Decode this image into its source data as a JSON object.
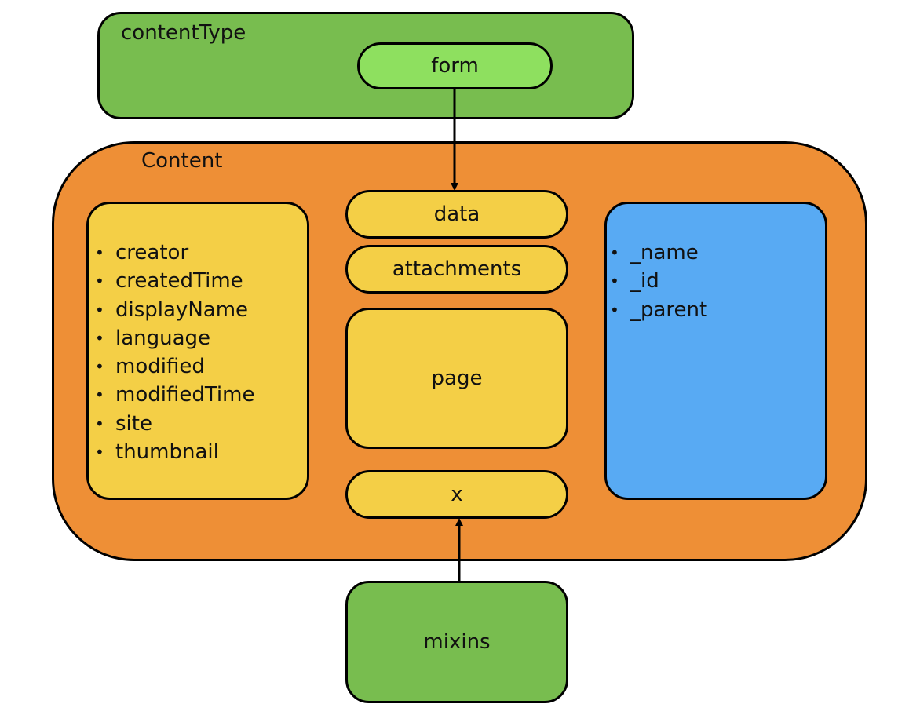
{
  "diagram": {
    "content_type": {
      "title": "contentType",
      "form_label": "form"
    },
    "content": {
      "title": "Content",
      "attributes": [
        "creator",
        "createdTime",
        "displayName",
        "language",
        "modified",
        "modifiedTime",
        "site",
        "thumbnail"
      ],
      "data_label": "data",
      "attachments_label": "attachments",
      "page_label": "page",
      "x_label": "x",
      "system_properties": [
        "_name",
        "_id",
        "_parent"
      ]
    },
    "mixins_label": "mixins",
    "colors": {
      "content_type_fill": "#78bd4f",
      "form_fill": "#8ee05f",
      "content_fill": "#ee8f36",
      "yellow_fill": "#f4cf46",
      "system_fill": "#58aaf3",
      "mixins_fill": "#78bd4f",
      "stroke": "#000000"
    }
  }
}
